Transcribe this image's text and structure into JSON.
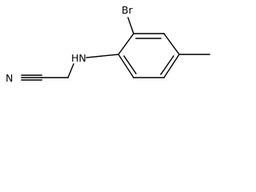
{
  "atoms": {
    "bromine": "Br",
    "amine": "HN",
    "nitrile_nitrogen": "N"
  }
}
